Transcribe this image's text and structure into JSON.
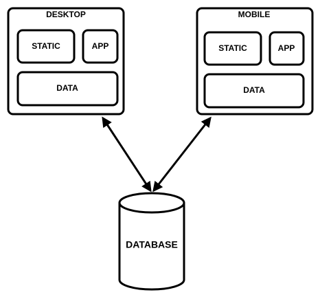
{
  "desktop": {
    "title": "DESKTOP",
    "static_label": "STATIC",
    "app_label": "APP",
    "data_label": "DATA"
  },
  "mobile": {
    "title": "MOBILE",
    "static_label": "STATIC",
    "app_label": "APP",
    "data_label": "DATA"
  },
  "database": {
    "label": "DATABASE"
  },
  "colors": {
    "stroke": "#000000",
    "fill": "#ffffff"
  }
}
